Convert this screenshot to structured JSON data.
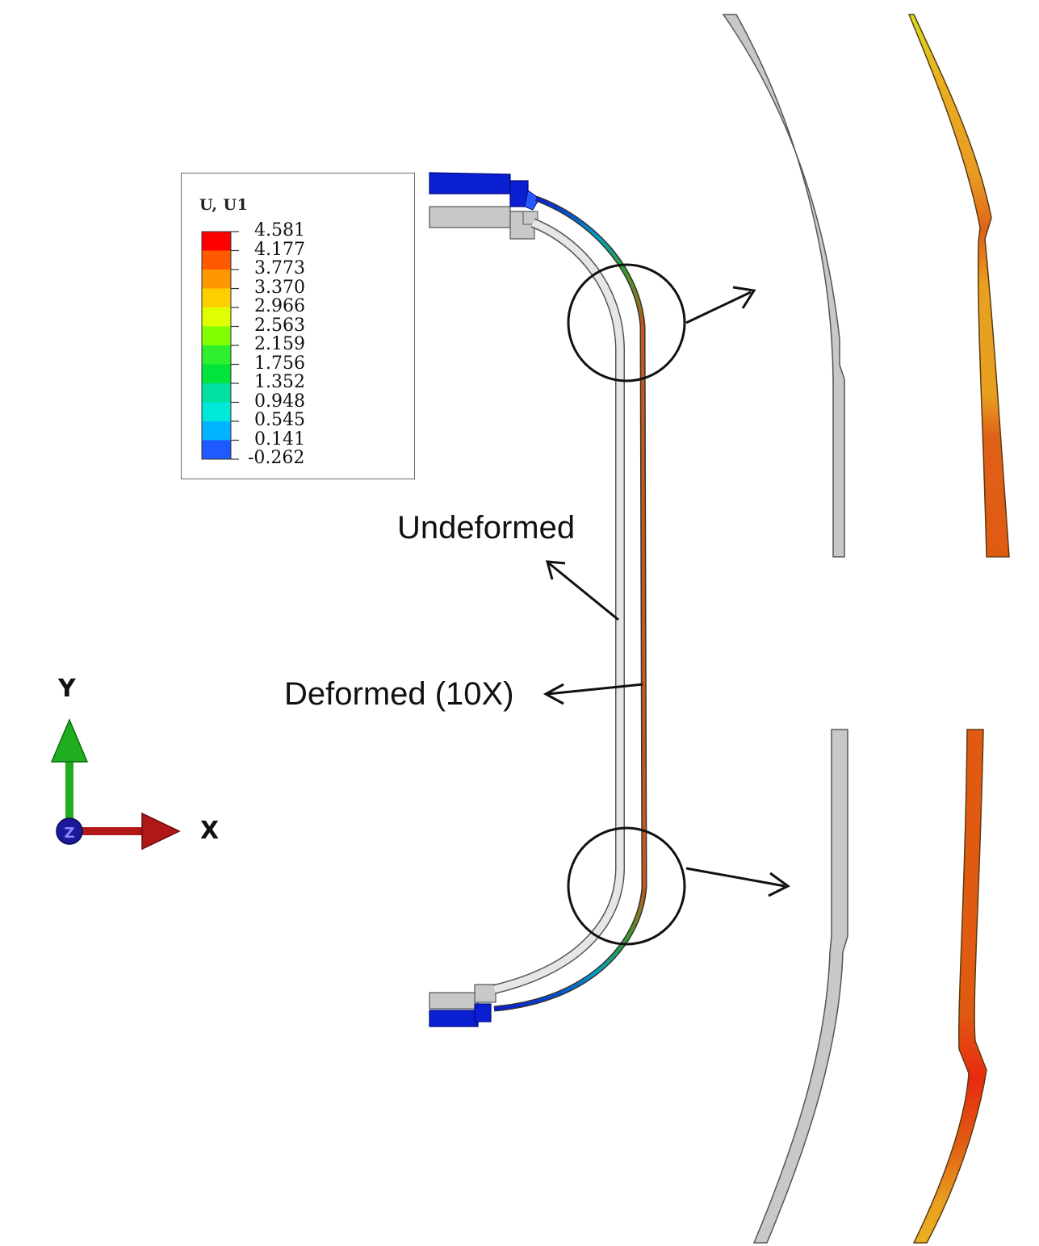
{
  "legend": {
    "title": "U, U1",
    "labels": [
      "4.581",
      "4.177",
      "3.773",
      "3.370",
      "2.966",
      "2.563",
      "2.159",
      "1.756",
      "1.352",
      "0.948",
      "0.545",
      "0.141",
      "-0.262"
    ],
    "colors": [
      "#ff0000",
      "#ff5a00",
      "#ff9800",
      "#ffd000",
      "#e0ff00",
      "#80ff00",
      "#2ef02e",
      "#00e43c",
      "#00e0a0",
      "#00e8d8",
      "#00b4ff",
      "#1e5aff",
      "#0000ff"
    ]
  },
  "annotations": {
    "undeformed": "Undeformed",
    "deformed": "Deformed (10X)"
  },
  "triad": {
    "x_label": "X",
    "y_label": "Y",
    "z_label": "Z"
  },
  "colors": {
    "undeformed_fill": "#c8c8c8",
    "deformed_high": "#e05a10",
    "deformed_mid": "#e8a020",
    "deformed_low": "#d8e020",
    "clamp_blue": "#0a1ed2",
    "axis_y": "#1fae1f",
    "axis_x": "#b01818",
    "axis_z": "#1a1a9a"
  }
}
